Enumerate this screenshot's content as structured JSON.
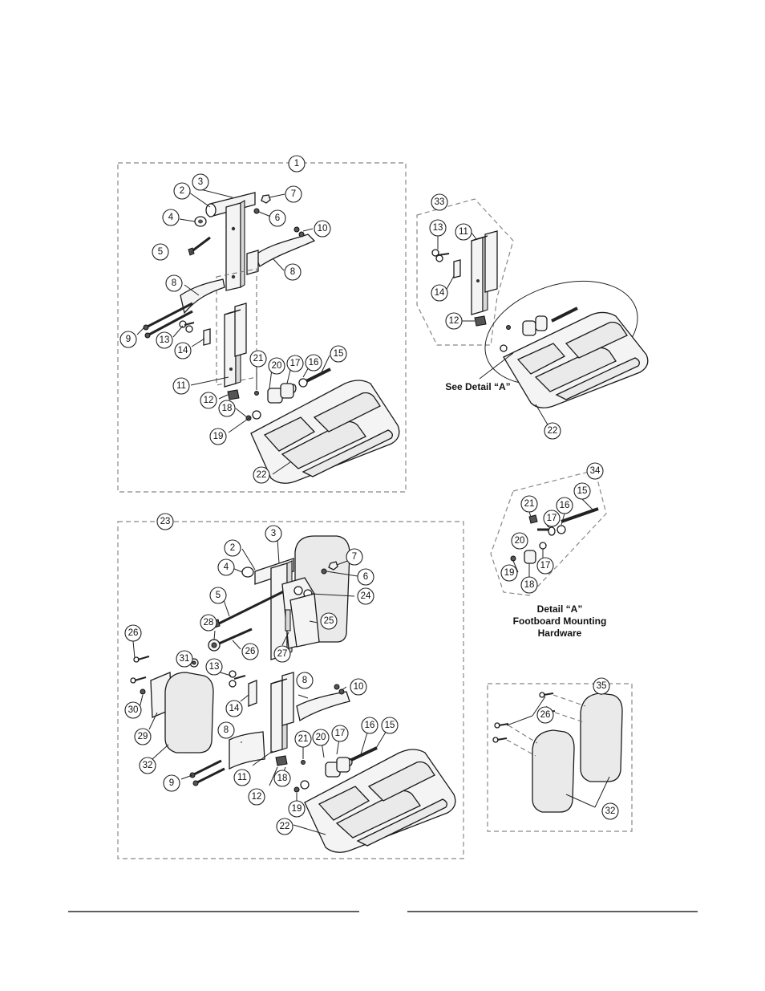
{
  "labels": {
    "see_detail": "See Detail “A”",
    "detail_title": "Detail “A”",
    "detail_line2": "Footboard Mounting",
    "detail_line3": "Hardware"
  },
  "callouts": {
    "assembly_1": [
      "1",
      "2",
      "3",
      "4",
      "5",
      "6",
      "7",
      "8",
      "8",
      "9",
      "10",
      "11",
      "12",
      "13",
      "14",
      "15",
      "16",
      "17",
      "18",
      "19",
      "20",
      "21",
      "22"
    ],
    "kit_33": [
      "33",
      "11",
      "12",
      "13",
      "14",
      "22"
    ],
    "assembly_23": [
      "23",
      "2",
      "3",
      "4",
      "5",
      "6",
      "7",
      "24",
      "25",
      "26",
      "26",
      "27",
      "28",
      "29",
      "30",
      "31",
      "32",
      "8",
      "8",
      "9",
      "10",
      "11",
      "12",
      "13",
      "14",
      "15",
      "16",
      "17",
      "18",
      "19",
      "20",
      "21",
      "22"
    ],
    "detail_34": [
      "34",
      "15",
      "16",
      "17",
      "17",
      "18",
      "19",
      "20",
      "21"
    ],
    "kit_35": [
      "35",
      "26",
      "32"
    ]
  }
}
